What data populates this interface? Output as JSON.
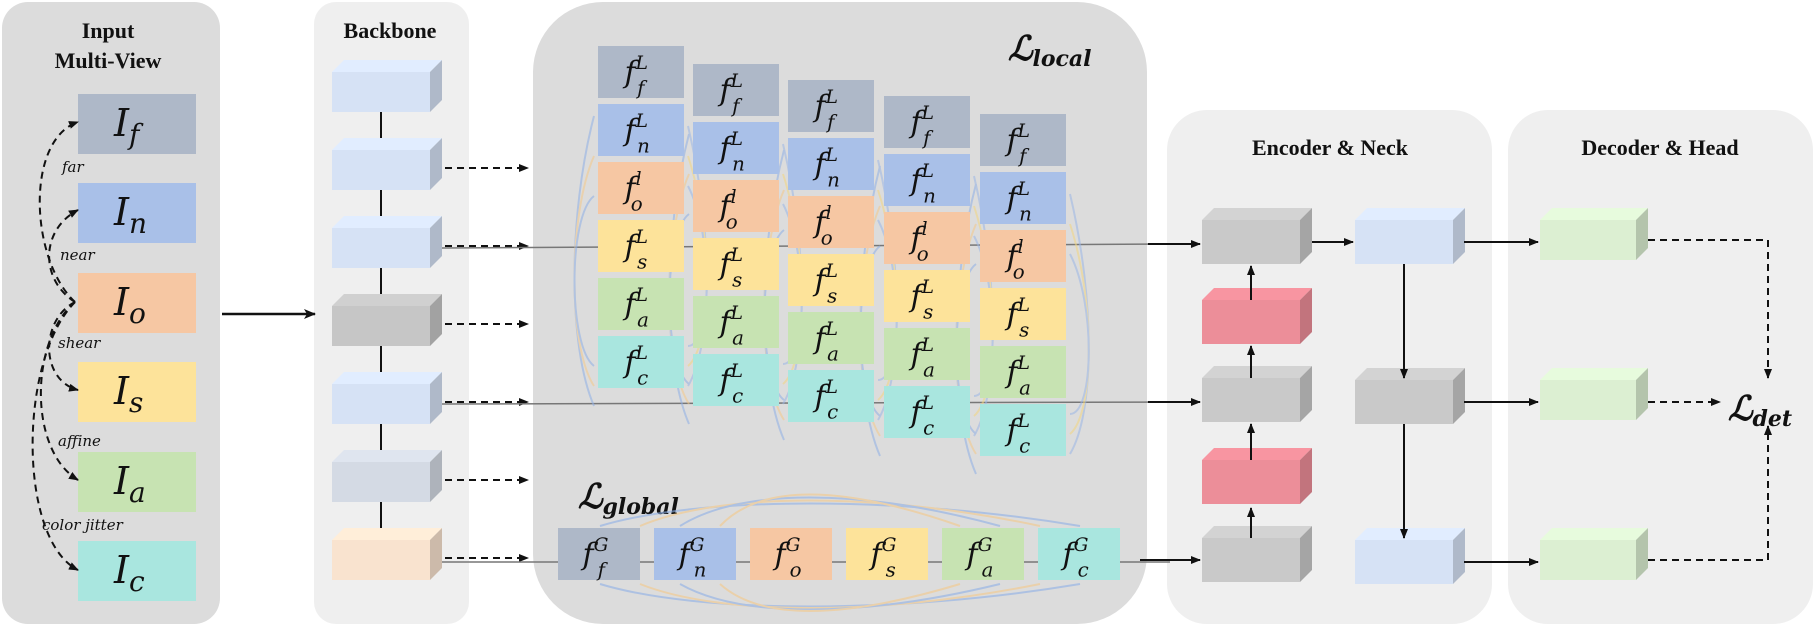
{
  "panels": {
    "input_title_1": "Input",
    "input_title_2": "Multi-View",
    "backbone_title": "Backbone",
    "encoder_title": "Encoder & Neck",
    "decoder_title": "Decoder & Head"
  },
  "views": [
    {
      "sym": "I",
      "sub": "f",
      "color": "#aeb8c8"
    },
    {
      "sym": "I",
      "sub": "n",
      "color": "#a9c0e8"
    },
    {
      "sym": "I",
      "sub": "o",
      "color": "#f6c7a3"
    },
    {
      "sym": "I",
      "sub": "s",
      "color": "#fde39a"
    },
    {
      "sym": "I",
      "sub": "a",
      "color": "#c7e3b2"
    },
    {
      "sym": "I",
      "sub": "c",
      "color": "#a9e6df"
    }
  ],
  "augmentations": [
    "far",
    "near",
    "shear",
    "affine",
    "color jitter"
  ],
  "losses": {
    "local_main": "ℒ",
    "local_sub": "local",
    "global_main": "ℒ",
    "global_sub": "global",
    "det_main": "ℒ",
    "det_sub": "det"
  },
  "feature_names": [
    "f",
    "n",
    "o",
    "s",
    "a",
    "c"
  ],
  "local_stack_sups": [
    [
      "L",
      "L",
      "l",
      "L",
      "L",
      "L"
    ],
    [
      "L",
      "L",
      "l",
      "L",
      "L",
      "L"
    ],
    [
      "L",
      "L",
      "l",
      "L",
      "L",
      "L"
    ],
    [
      "L",
      "L",
      "l",
      "L",
      "L",
      "L"
    ],
    [
      "L",
      "L",
      "l",
      "L",
      "L",
      "L"
    ]
  ],
  "global_features": [
    {
      "base": "f",
      "sup": "G",
      "sub": "f"
    },
    {
      "base": "f",
      "sup": "G",
      "sub": "n"
    },
    {
      "base": "f",
      "sup": "G",
      "sub": "o"
    },
    {
      "base": "f",
      "sup": "G",
      "sub": "s"
    },
    {
      "base": "f",
      "sup": "G",
      "sub": "a"
    },
    {
      "base": "f",
      "sup": "G",
      "sub": "c"
    }
  ],
  "colors": {
    "f": "#aeb8c8",
    "n": "#a9c0e8",
    "o": "#f6c7a3",
    "s": "#fde39a",
    "a": "#c7e3b2",
    "c": "#a9e6df",
    "backbone_blue": "#d6e2f5",
    "backbone_gray": "#c6c6c6",
    "backbone_slate": "#d4dae4",
    "backbone_peach": "#f9e3cf",
    "encoder_gray": "#c9c9c9",
    "encoder_red": "#ec8e99",
    "decoder_green": "#dcefd2",
    "panel_bg": "#efefef",
    "center_bg": "#dcdcdc"
  }
}
